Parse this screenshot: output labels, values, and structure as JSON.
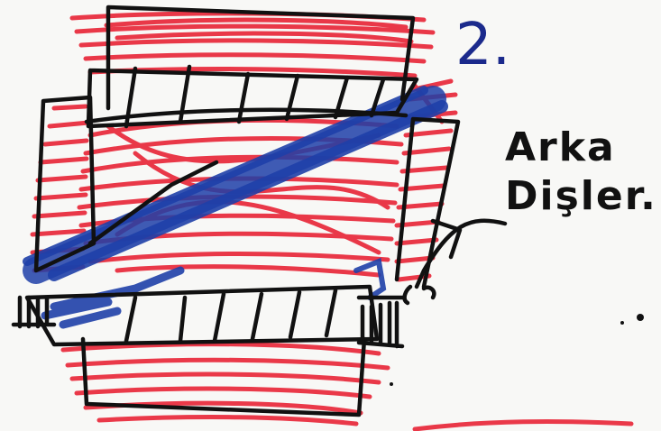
{
  "figure": {
    "number_label": "2.",
    "annotation": {
      "line1": "Arka",
      "line2": "Dişler."
    },
    "colors": {
      "ink": "#111111",
      "red": "#e8283a",
      "blue": "#1e3fa8",
      "number_blue": "#1b2a8c",
      "paper": "#f8f8f6"
    }
  }
}
